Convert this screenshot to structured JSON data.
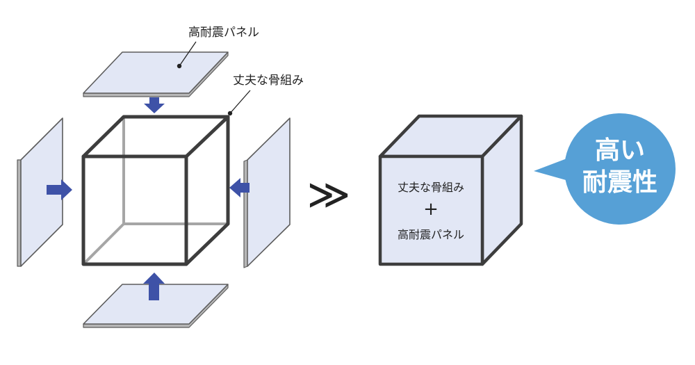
{
  "labels": {
    "panel_callout": "高耐震パネル",
    "frame_callout": "丈夫な骨組み"
  },
  "result_cube": {
    "line1": "丈夫な骨組み",
    "plus": "+",
    "line2": "高耐震パネル"
  },
  "transition_symbol": "≫",
  "badge": {
    "line1": "高い",
    "line2": "耐震性"
  },
  "colors": {
    "panel_fill": "#e2e7f5",
    "arrow": "#3e52a7",
    "frame": "#3d3d3d",
    "badge": "#56a0d6"
  }
}
